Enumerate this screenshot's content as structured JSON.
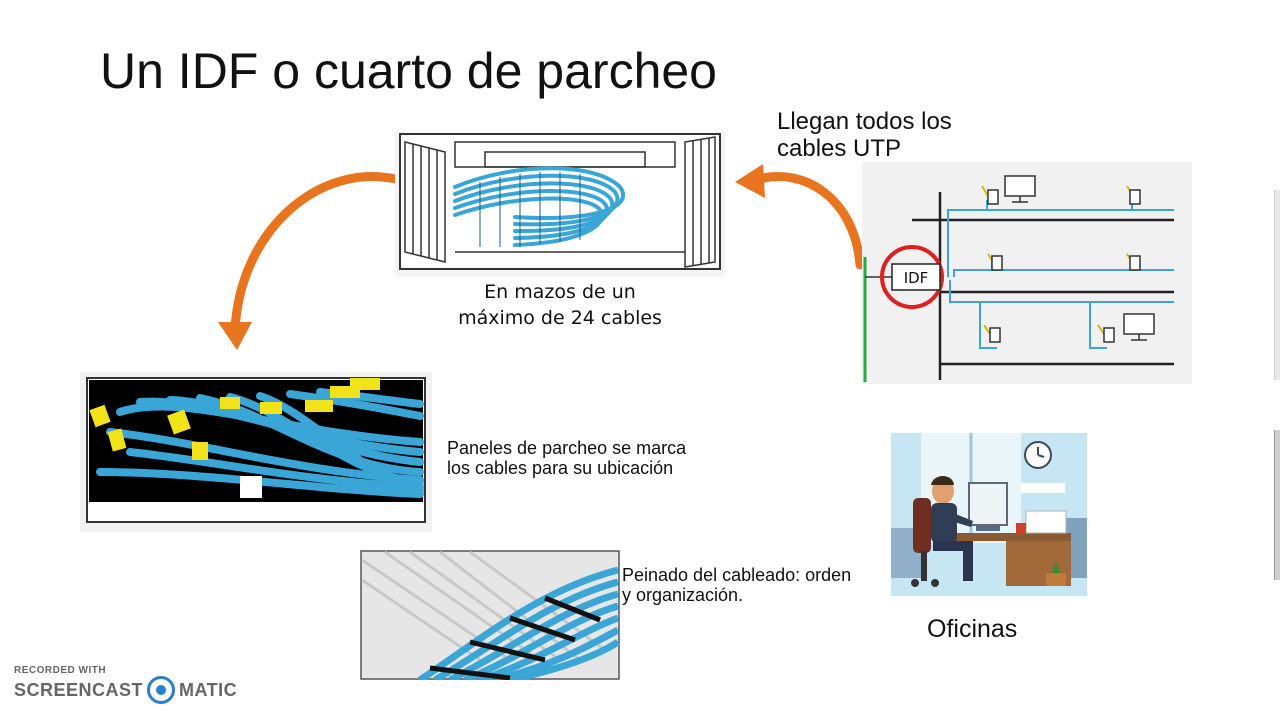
{
  "slide": {
    "title": "Un IDF o cuarto de parcheo",
    "utp_label": "Llegan todos los cables UTP",
    "rack_caption_line1": "En mazos de un",
    "rack_caption_line2": "máximo de 24 cables",
    "diagram_idf_label": "IDF",
    "patch_panel_label": "Paneles de parcheo se marca los cables para su ubicación",
    "combing_label": "Peinado del cableado: orden y organización.",
    "offices_label": "Oficinas"
  },
  "watermark": {
    "line1": "RECORDED WITH",
    "left": "SCREENCAST",
    "right": "MATIC"
  },
  "colors": {
    "cable_blue": "#3aa6d8",
    "arrow_orange": "#e8741f",
    "idf_circle": "#e02020",
    "label_yellow": "#f2e21a"
  }
}
